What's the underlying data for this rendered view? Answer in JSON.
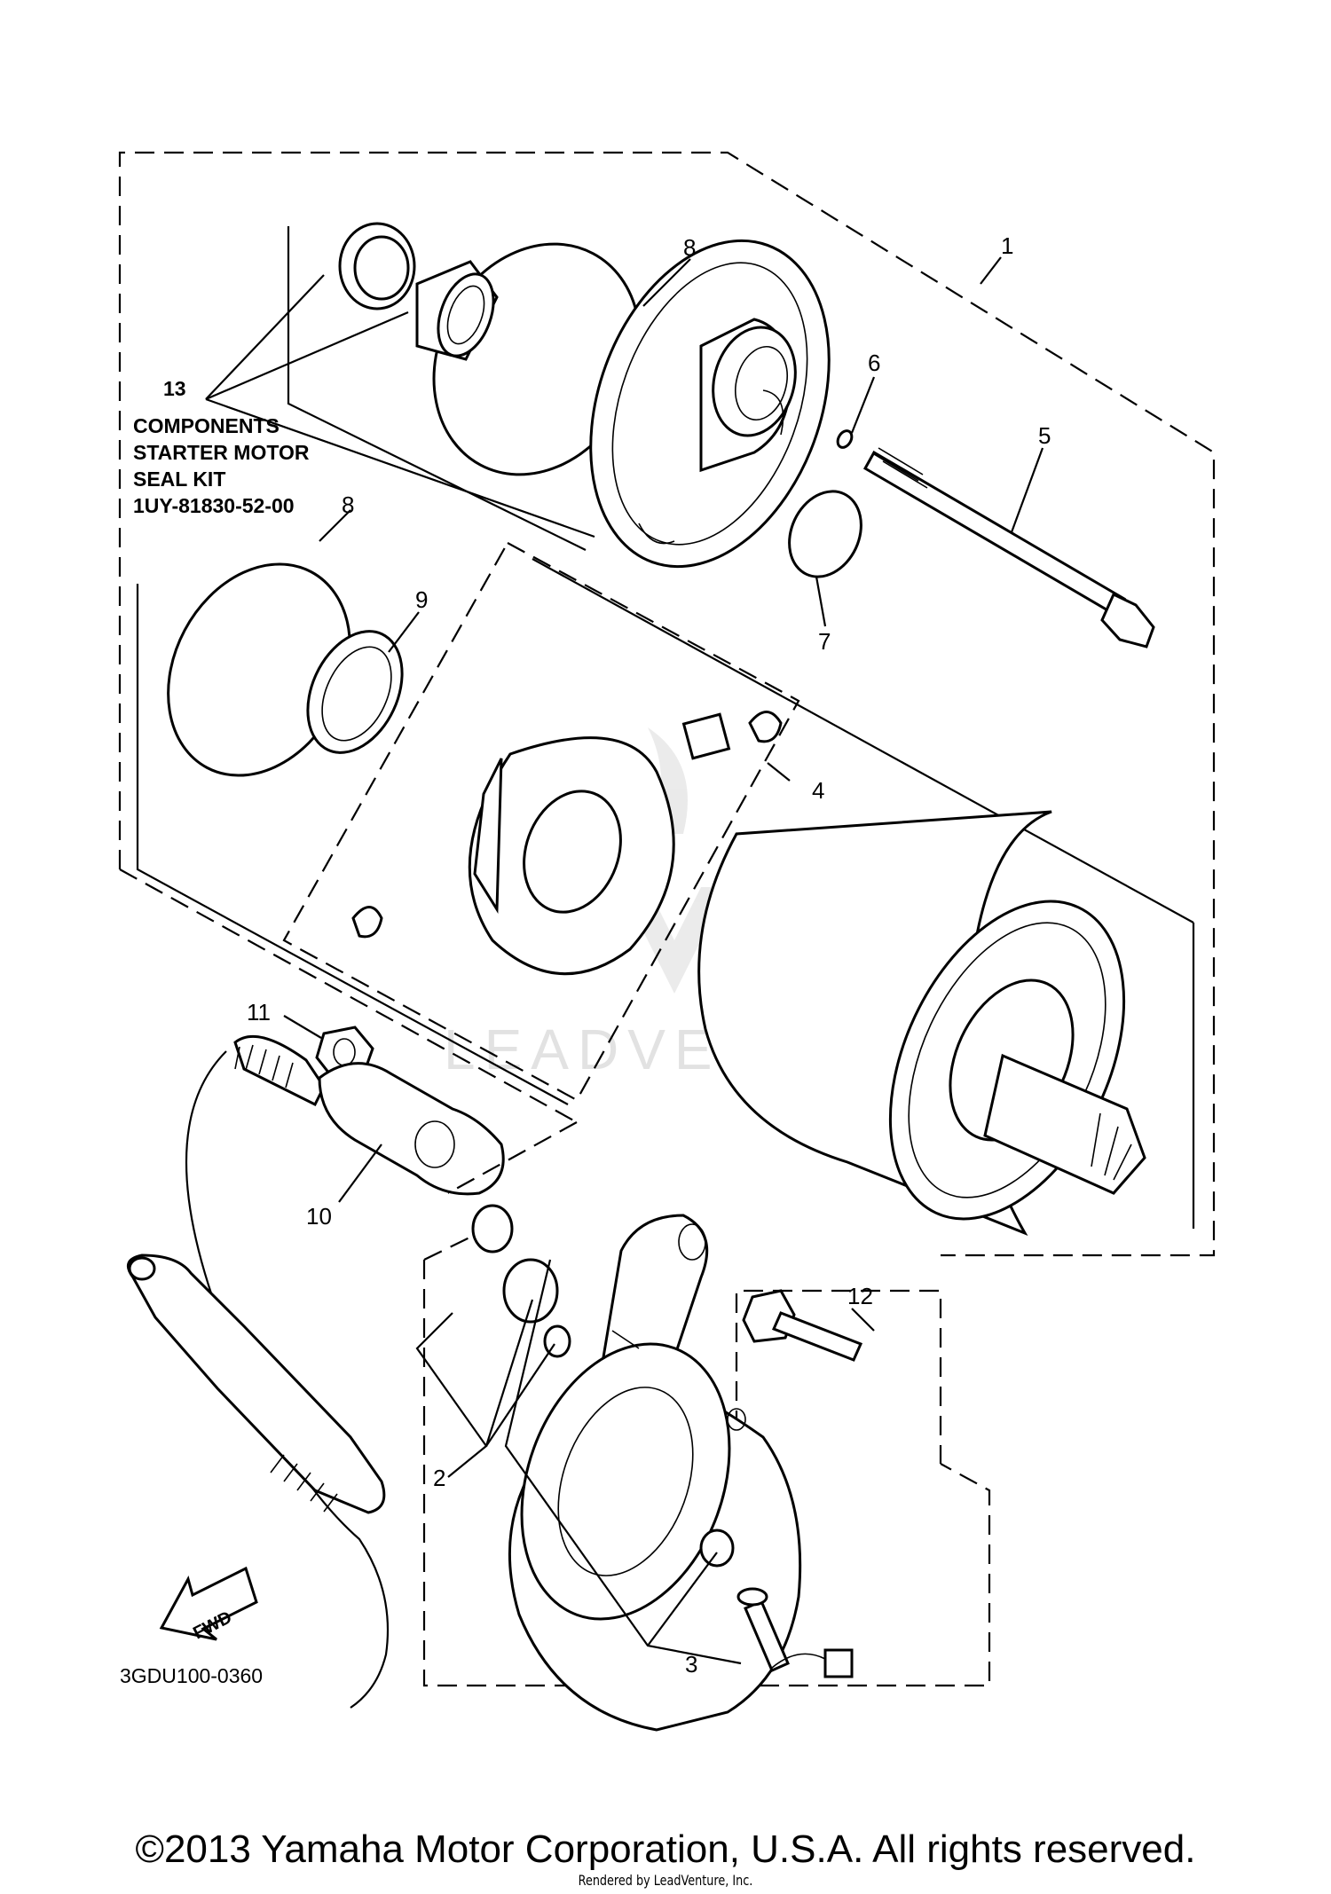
{
  "diagram": {
    "part_numbers": {
      "p1": "1",
      "p2": "2",
      "p3": "3",
      "p4": "4",
      "p5": "5",
      "p6": "6",
      "p7": "7",
      "p8a": "8",
      "p8b": "8",
      "p9": "9",
      "p10": "10",
      "p11": "11",
      "p12": "12",
      "p13": "13"
    },
    "kit_label": {
      "line1": "COMPONENTS",
      "line2": "STARTER MOTOR",
      "line3": "SEAL KIT",
      "line4": "1UY-81830-52-00"
    },
    "fwd_label": "FWD",
    "diagram_code": "3GDU100-0360",
    "watermark": "LEADVENTURE"
  },
  "footer": {
    "copyright": "©2013 Yamaha Motor Corporation, U.S.A. All rights reserved.",
    "rendered_by": "Rendered by LeadVenture, Inc."
  }
}
